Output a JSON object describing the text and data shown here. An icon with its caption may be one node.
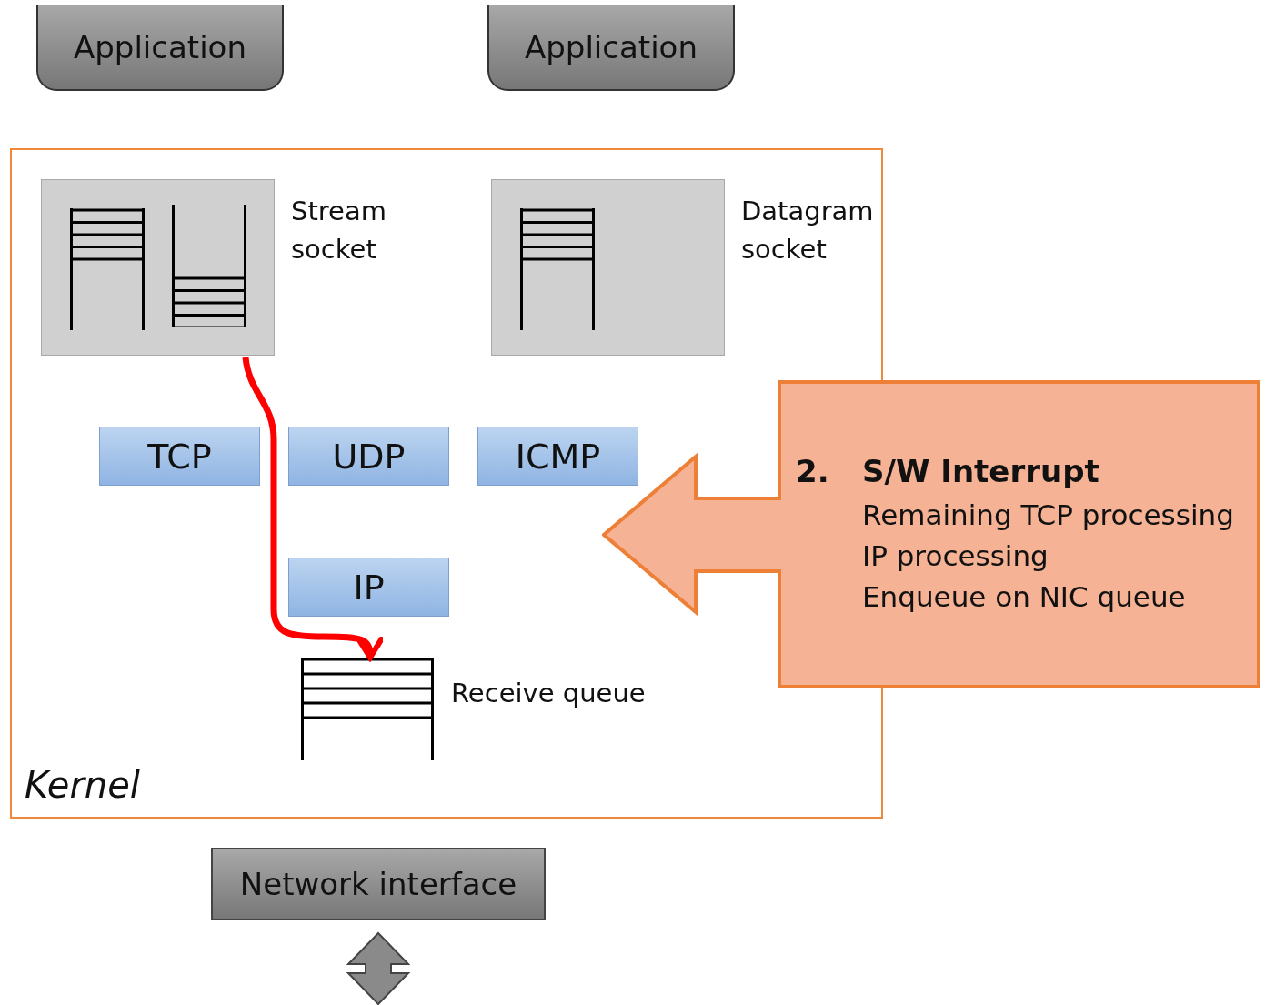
{
  "diagram": {
    "nodes": [
      {
        "text": [
          "Application"
        ]
      },
      {
        "text": [
          "Application"
        ]
      },
      {
        "text": [
          "Kernel"
        ]
      },
      {
        "text": [
          "Stream socket"
        ],
        "in": 2
      },
      {
        "text": [
          "Datagram socket"
        ],
        "in": 2
      },
      {
        "text": [
          "TCP"
        ],
        "in": 2
      },
      {
        "text": [
          "UDP"
        ],
        "in": 2
      },
      {
        "text": [
          "ICMP"
        ],
        "in": 2
      },
      {
        "text": [
          "IP"
        ],
        "in": 2
      },
      {
        "text": [
          "Receive queue"
        ],
        "in": 2
      },
      {
        "text": [
          "Network interface"
        ]
      },
      {
        "text": [
          "2.",
          "S/W Interrupt",
          "Remaining TCP processing",
          "IP processing",
          "Enqueue on NIC queue"
        ]
      }
    ],
    "edges": [
      {
        "from": 3,
        "to": 9,
        "arrow": "to",
        "color": "#ff0000"
      },
      {
        "from": 10,
        "to": null,
        "arrow": "both"
      }
    ]
  }
}
